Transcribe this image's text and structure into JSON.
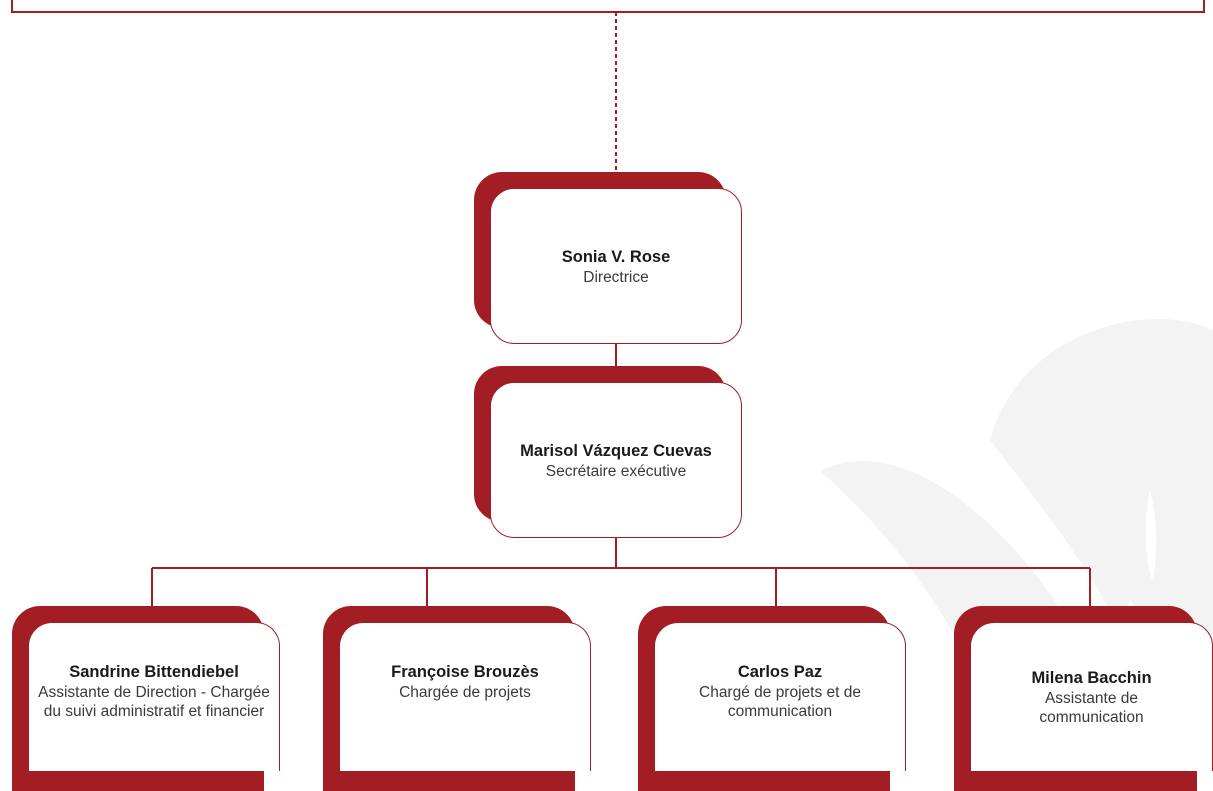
{
  "colors": {
    "accent": "#a31d24",
    "watermark": "#f2f2f2"
  },
  "nodes": {
    "director": {
      "name": "Sonia V. Rose",
      "role": "Directrice"
    },
    "secretary": {
      "name": "Marisol Vázquez Cuevas",
      "role": "Secrétaire exécutive"
    },
    "staff": [
      {
        "name": "Sandrine Bittendiebel",
        "role": "Assistante de Direction - Chargée du suivi administratif et financier"
      },
      {
        "name": "Françoise Brouzès",
        "role": "Chargée de projets"
      },
      {
        "name": "Carlos Paz",
        "role": "Chargé de projets et de communication"
      },
      {
        "name": "Milena Bacchin",
        "role": "Assistante de communication"
      }
    ]
  }
}
